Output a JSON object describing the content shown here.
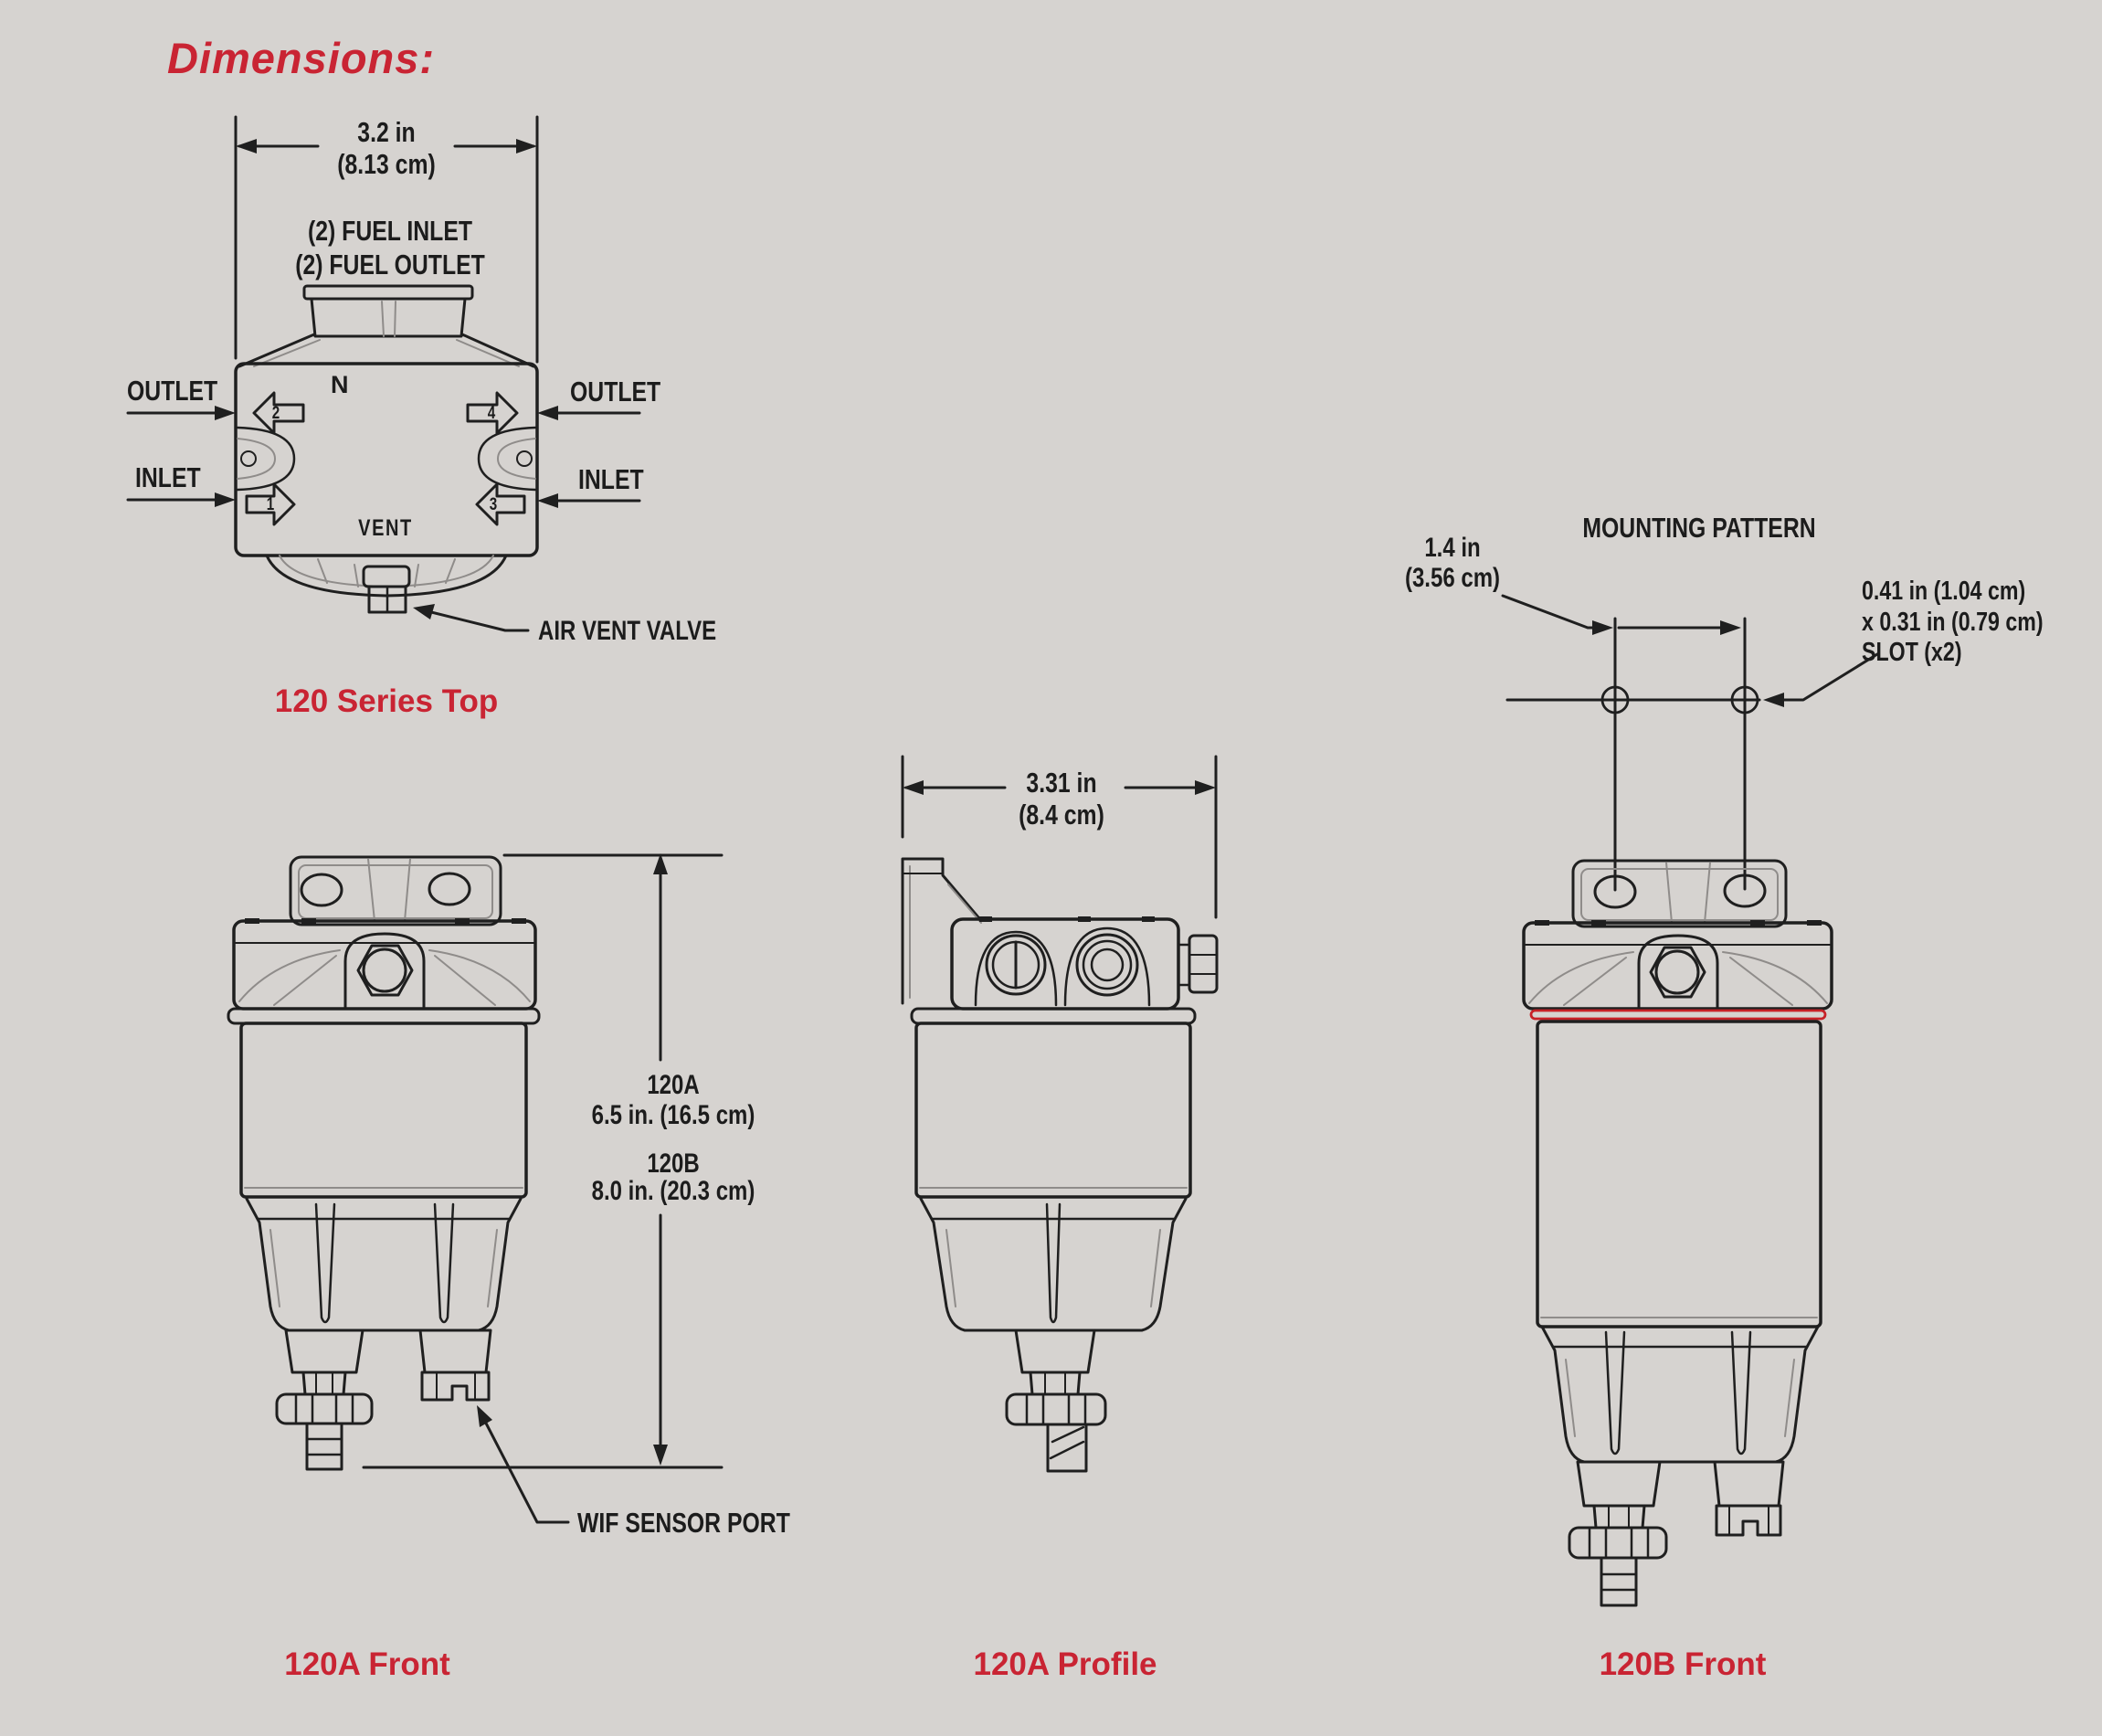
{
  "title": "Dimensions:",
  "colors": {
    "background": "#d6d3d0",
    "accent_red": "#c92433",
    "seal_red": "#c72127",
    "line": "#1f1f1f",
    "line_secondary": "#8f8c8a"
  },
  "top_view": {
    "caption": "120 Series Top",
    "width_value": "3.2 in",
    "width_metric": "(8.13 cm)",
    "note_line1": "(2) FUEL INLET",
    "note_line2": "(2) FUEL OUTLET",
    "outlet_left": "OUTLET",
    "inlet_left": "INLET",
    "outlet_right": "OUTLET",
    "inlet_right": "INLET",
    "compass": "N",
    "vent": "VENT",
    "air_vent_valve": "AIR VENT VALVE",
    "port1": "1",
    "port2": "2",
    "port3": "3",
    "port4": "4"
  },
  "front_a": {
    "caption": "120A Front",
    "dim_model_a": "120A",
    "dim_height_a": "6.5 in. (16.5 cm)",
    "dim_model_b": "120B",
    "dim_height_b": "8.0 in. (20.3 cm)",
    "wif_label": "WIF SENSOR PORT"
  },
  "profile_a": {
    "caption": "120A Profile",
    "width_value": "3.31 in",
    "width_metric": "(8.4 cm)"
  },
  "front_b": {
    "caption": "120B Front",
    "mounting_title": "MOUNTING PATTERN",
    "hole_spacing_value": "1.4 in",
    "hole_spacing_metric": "(3.56 cm)",
    "slot_dim_line1": "0.41 in (1.04 cm)",
    "slot_dim_line2": "x 0.31 in (0.79 cm)",
    "slot_dim_line3": "SLOT (x2)"
  }
}
